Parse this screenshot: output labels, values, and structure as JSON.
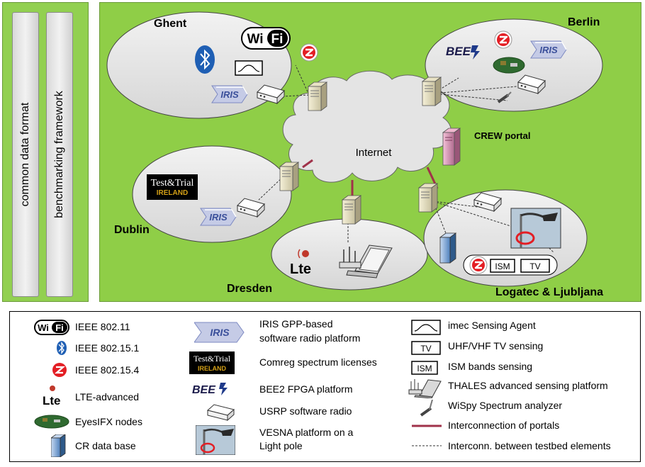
{
  "sidebar": {
    "bar1_label": "common data format",
    "bar2_label": "benchmarking  framework"
  },
  "diagram": {
    "sites": {
      "ghent": "Ghent",
      "berlin": "Berlin",
      "dublin": "Dublin",
      "dresden": "Dresden",
      "logatec": "Logatec & Ljubljana"
    },
    "internet_label": "Internet",
    "crew_portal_label": "CREW portal",
    "wifi_badge": "Wi Fi",
    "testtrial_badge_line1": "Test&Trial",
    "testtrial_badge_line2": "IRELAND",
    "bee_badge": "BEE",
    "iris_badge": "IRIS",
    "lte_badge": "Lte",
    "ism_badge": "ISM",
    "tv_badge": "TV"
  },
  "legend": {
    "col1": [
      {
        "icon": "wifi-icon",
        "label": "IEEE 802.11"
      },
      {
        "icon": "bluetooth-icon",
        "label": "IEEE 802.15.1"
      },
      {
        "icon": "zigbee-icon",
        "label": "IEEE 802.15.4"
      },
      {
        "icon": "lte-icon",
        "label": "LTE-advanced"
      },
      {
        "icon": "sensor-node-icon",
        "label": "EyesIFX nodes"
      },
      {
        "icon": "database-server-icon",
        "label": "CR data base"
      }
    ],
    "col2": [
      {
        "icon": "iris-icon",
        "label_line1": "IRIS GPP-based",
        "label_line2": "software radio platform"
      },
      {
        "icon": "test-trial-icon",
        "label": "Comreg spectrum licenses"
      },
      {
        "icon": "bee2-icon",
        "label": "BEE2 FPGA platform"
      },
      {
        "icon": "usrp-icon",
        "label": "USRP software radio"
      },
      {
        "icon": "light-pole-icon",
        "label_line1": "VESNA platform on a",
        "label_line2": "Light pole"
      }
    ],
    "col3": [
      {
        "icon": "sensing-agent-icon",
        "label": "imec Sensing Agent"
      },
      {
        "icon": "tv-sensing-icon",
        "label": "UHF/VHF TV sensing"
      },
      {
        "icon": "ism-sensing-icon",
        "label": "ISM bands sensing"
      },
      {
        "icon": "thales-platform-icon",
        "label": "THALES advanced sensing platform"
      },
      {
        "icon": "wispy-icon",
        "label": "WiSpy Spectrum analyzer"
      },
      {
        "icon": "portal-interconnection-line",
        "label": "Interconnection of portals"
      },
      {
        "icon": "testbed-interconnection-line",
        "label": "Interconn. between testbed elements"
      }
    ]
  },
  "colors": {
    "panel_green": "#8fce47",
    "portal_line": "#a0324a",
    "zigbee_red": "#e31e24",
    "bluetooth_blue": "#1f5fb4",
    "iris_blue": "#3a4f9a"
  }
}
